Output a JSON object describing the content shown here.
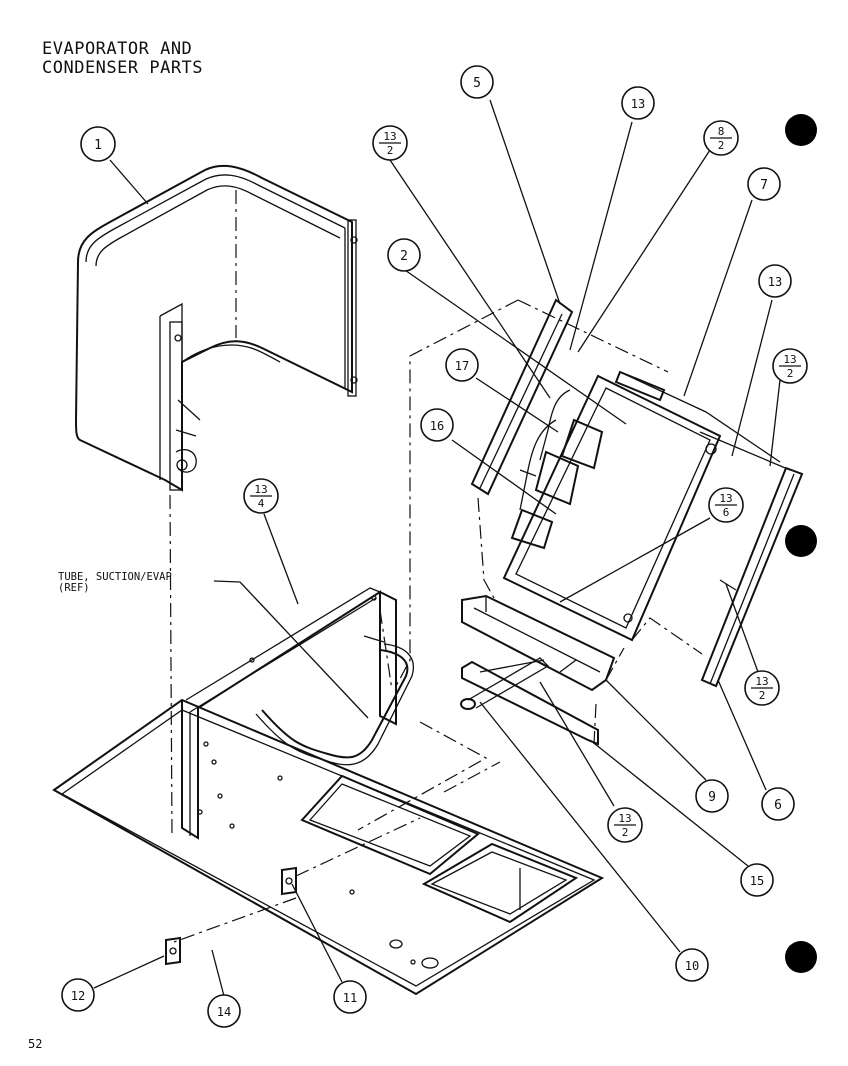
{
  "title": {
    "line1": "EVAPORATOR AND",
    "line2": "CONDENSER PARTS"
  },
  "ref_label": {
    "line1": "TUBE, SUCTION/EVAP",
    "line2": "(REF)"
  },
  "page_number": "52",
  "callouts": {
    "c1": "1",
    "c2": "2",
    "c5": "5",
    "c6": "6",
    "c7": "7",
    "c9": "9",
    "c10": "10",
    "c11": "11",
    "c12": "12",
    "c13a": "13",
    "c13b": "13",
    "c14": "14",
    "c15": "15",
    "c16": "16",
    "c17": "17",
    "frac_13_2_top": {
      "num": "13",
      "den": "2"
    },
    "frac_8_2": {
      "num": "8",
      "den": "2"
    },
    "frac_13_2_right": {
      "num": "13",
      "den": "2"
    },
    "frac_13_6": {
      "num": "13",
      "den": "6"
    },
    "frac_13_2_lower": {
      "num": "13",
      "den": "2"
    },
    "frac_13_4": {
      "num": "13",
      "den": "4"
    },
    "frac_13_2_bottom": {
      "num": "13",
      "den": "2"
    }
  },
  "colors": {
    "ink": "#111111",
    "paper": "#ffffff"
  }
}
